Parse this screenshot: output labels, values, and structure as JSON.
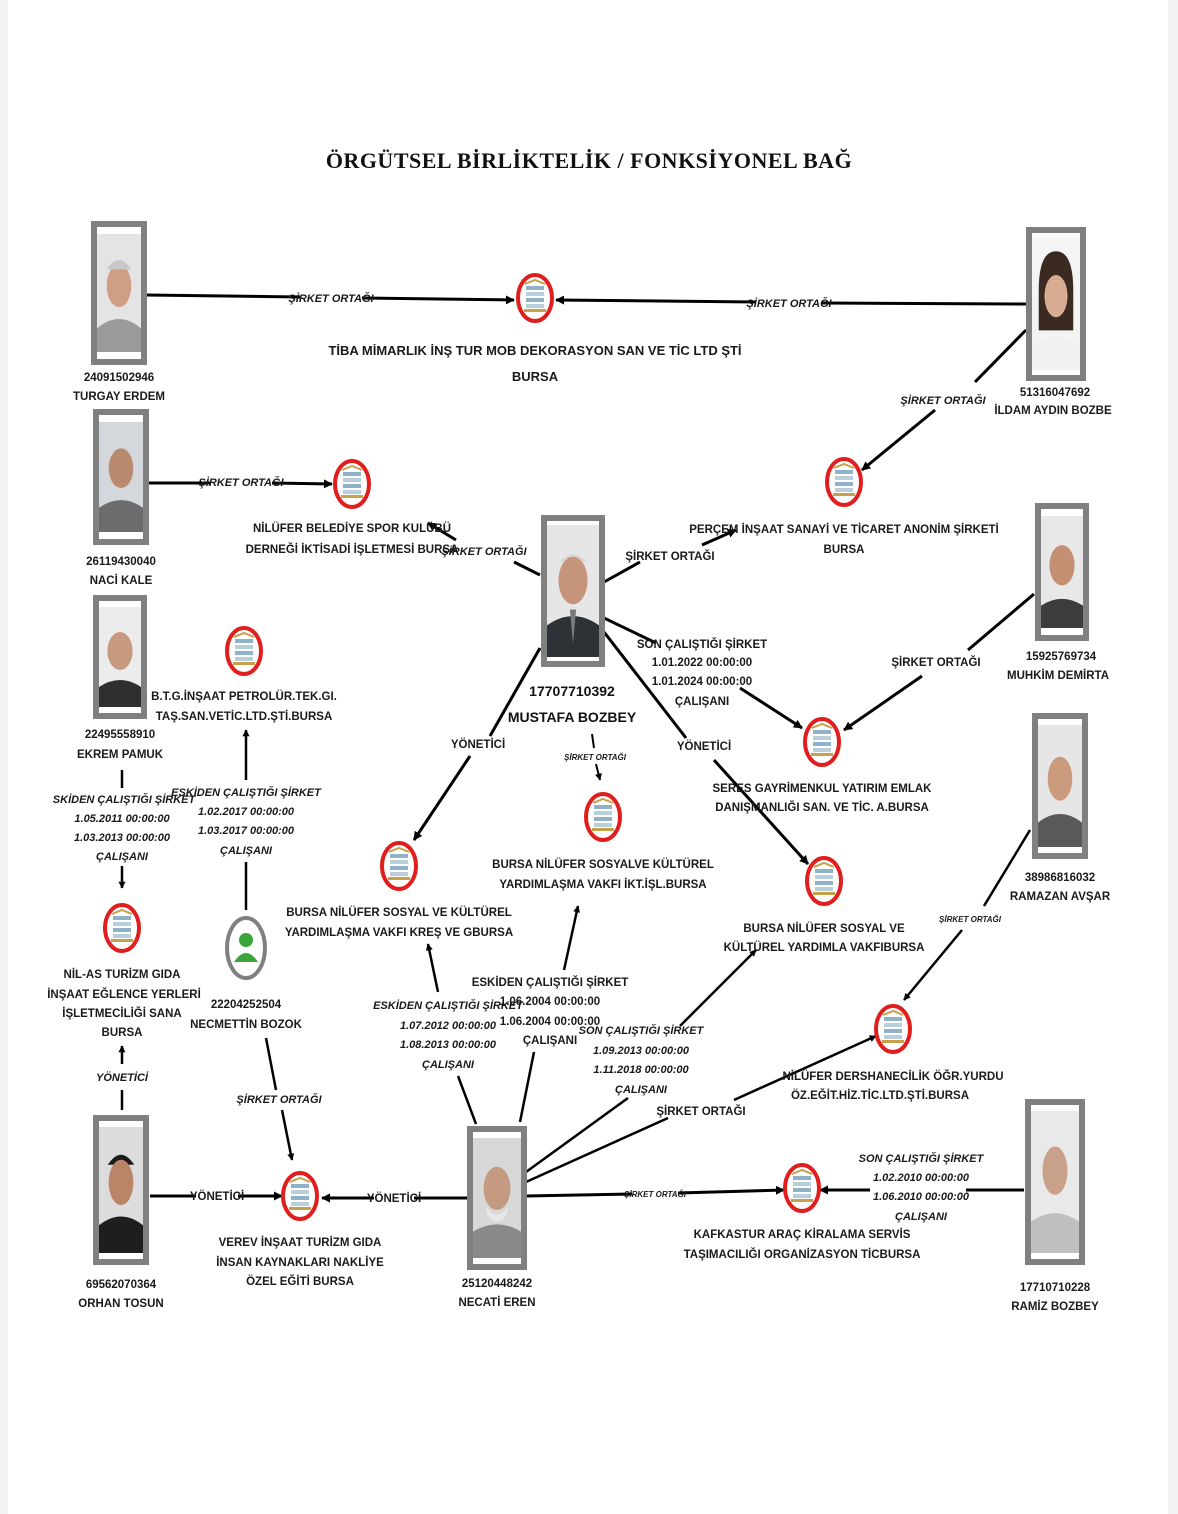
{
  "title": "ÖRGÜTSEL BİRLİKTELİK / FONKSİYONEL BAĞ",
  "colors": {
    "company_ring": "#e01e1e",
    "edge": "#000000",
    "photo_frame": "#808080"
  },
  "persons": {
    "turgay": {
      "id": "24091502946",
      "name": "TURGAY ERDEM"
    },
    "ildam": {
      "id": "51316047692",
      "name": "İLDAM AYDIN BOZBE"
    },
    "naci": {
      "id": "26119430040",
      "name": "NACİ KALE"
    },
    "ekrem": {
      "id": "22495558910",
      "name": "EKREM PAMUK"
    },
    "mustafa": {
      "id": "17707710392",
      "name": "MUSTAFA BOZBEY"
    },
    "muhkim": {
      "id": "15925769734",
      "name": "MUHKİM DEMİRTA"
    },
    "ramazan": {
      "id": "38986816032",
      "name": "RAMAZAN AVŞAR"
    },
    "necmettin": {
      "id": "22204252504",
      "name": "NECMETTİN BOZOK"
    },
    "orhan": {
      "id": "69562070364",
      "name": "ORHAN TOSUN"
    },
    "necati": {
      "id": "25120448242",
      "name": "NECATİ EREN"
    },
    "ramiz": {
      "id": "17710710228",
      "name": "RAMİZ BOZBEY"
    }
  },
  "companies": {
    "tiba": {
      "line1": "TİBA MİMARLIK İNŞ TUR MOB DEKORASYON SAN VE TİC LTD ŞTİ",
      "line2": "BURSA"
    },
    "percem": {
      "line1": "PERÇEM İNŞAAT SANAYİ VE TİCARET ANONİM ŞİRKETİ",
      "line2": "BURSA"
    },
    "nilufer_spor": {
      "line1": "NİLÜFER BELEDİYE SPOR KULÜBÜ",
      "line2": "DERNEĞİ İKTİSADİ İŞLETMESİ BURSA"
    },
    "btg": {
      "line1": "B.T.G.İNŞAAT PETROLÜR.TEK.GI.",
      "line2": "TAŞ.SAN.VETİC.LTD.ŞTİ.BURSA"
    },
    "seres": {
      "line1": "SERES GAYRİMENKUL YATIRIM EMLAK",
      "line2": "DANIŞMANLIĞI SAN. VE TİC. A.BURSA"
    },
    "yardimlasma_kres": {
      "line1": "BURSA NİLÜFER SOSYAL VE KÜLTÜREL",
      "line2": "YARDIMLAŞMA VAKFI KREŞ VE GBURSA"
    },
    "yardimlasma_isl": {
      "line1": "BURSA NİLÜFER SOSYALVE KÜLTÜREL",
      "line2": "YARDIMLAŞMA VAKFI İKT.İŞL.BURSA"
    },
    "yardimla_vakfi": {
      "line1": "BURSA NİLÜFER SOSYAL VE",
      "line2": "KÜLTÜREL YARDIMLA VAKFIBURSA"
    },
    "nilas": {
      "line1": "NİL-AS TURİZM GIDA",
      "line2": "İNŞAAT EĞLENCE YERLERİ",
      "line3": "İŞLETMECİLİĞİ SANA",
      "line4": "BURSA"
    },
    "dershane": {
      "line1": "NİLÜFER DERSHANECİLİK ÖĞR.YURDU",
      "line2": "ÖZ.EĞİT.HİZ.TİC.LTD.ŞTİ.BURSA"
    },
    "verev": {
      "line1": "VEREV İNŞAAT TURİZM GIDA",
      "line2": "İNSAN KAYNAKLARI NAKLİYE",
      "line3": "ÖZEL EĞİTİ BURSA"
    },
    "kafkastur": {
      "line1": "KAFKASTUR ARAÇ KİRALAMA SERVİS",
      "line2": "TAŞIMACILIĞI ORGANİZASYON TİCBURSA"
    }
  },
  "edge_labels": {
    "sirket_ortagi": "ŞİRKET ORTAĞI",
    "yonetici": "YÖNETİCİ",
    "yonetici2": "YÖNETİCİ",
    "son_calistigi": "SON ÇALIŞTIĞI ŞİRKET",
    "eskiden_calistigi": "ESKİDEN ÇALIŞTIĞI ŞİRKET",
    "eskiden_calistigi_cut": "SKİDEN ÇALIŞTIĞI ŞİRKET",
    "calisani": "ÇALIŞANI",
    "mustafa_seres_d1": "1.01.2022 00:00:00",
    "mustafa_seres_d2": "1.01.2024 00:00:00",
    "ekrem_nilas_d1": "1.05.2011 00:00:00",
    "ekrem_nilas_d2": "1.03.2013 00:00:00",
    "btg_d1": "1.02.2017 00:00:00",
    "btg_d2": "1.03.2017 00:00:00",
    "kres_d1": "1.07.2012 00:00:00",
    "kres_d2": "1.08.2013 00:00:00",
    "isl_d1": "1.06.2004 00:00:00",
    "isl_d2": "1.06.2004 00:00:00",
    "vakfi_d1": "1.09.2013 00:00:00",
    "vakfi_d2": "1.11.2018 00:00:00",
    "kafkas_d1": "1.02.2010 00:00:00",
    "kafkas_d2": "1.06.2010 00:00:00"
  }
}
